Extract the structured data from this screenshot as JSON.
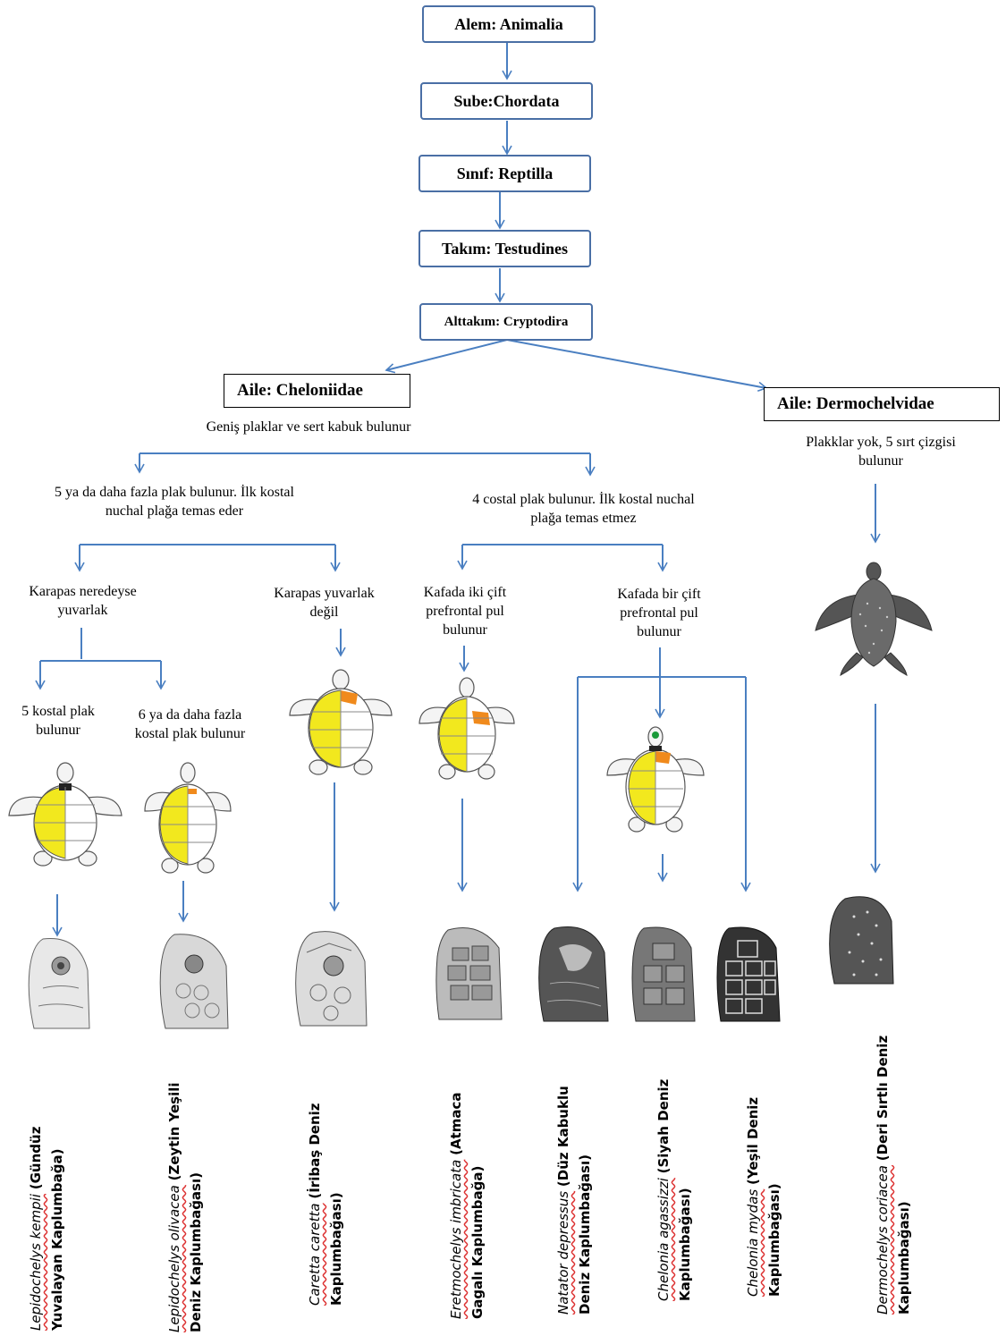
{
  "hierarchy": {
    "kingdom": "Alem: Animalia",
    "phylum": "Sube:Chordata",
    "class": "Sınıf: Reptilla",
    "order": "Takım: Testudines",
    "suborder": "Alttakım: Cryptodira"
  },
  "families": {
    "cheloniidae": {
      "label": "Aile: Cheloniidae",
      "desc": "Geniş plaklar ve sert kabuk bulunur"
    },
    "dermochelvidae": {
      "label": "Aile: Dermochelvidae",
      "desc": "Plakklar yok, 5 sırt çizgisi bulunur"
    }
  },
  "branches": {
    "left": "5 ya da daha fazla plak bulunur. İlk kostal nuchal plağa temas eder",
    "right": "4 costal plak bulunur. İlk kostal nuchal plağa temas etmez",
    "round": "Karapas neredeyse yuvarlak",
    "notRound": "Karapas yuvarlak değil",
    "twoPairs": "Kafada iki çift prefrontal pul bulunur",
    "onePair": "Kafada bir çift prefrontal pul bulunur",
    "fiveCostal": "5 kostal plak bulunur",
    "sixCostal": "6 ya da daha fazla kostal plak bulunur"
  },
  "species": [
    {
      "line1_sci": "Lepidochelys kempii",
      "line1_com": "(Gündüz",
      "line2": "Yuvalayan Kaplumbağa)"
    },
    {
      "line1_sci": "Lepidochelys olivacea",
      "line1_com": "(Zeytin Yeşili",
      "line2": "Deniz Kaplumbağası)"
    },
    {
      "line1_sci": "Caretta caretta",
      "line1_com": "(İribaş Deniz",
      "line2": "Kaplumbağası)"
    },
    {
      "line1_sci": "Eretmochelys imbricata",
      "line1_com": "(Atmaca",
      "line2": "Gagalı Kaplumbağa)"
    },
    {
      "line1_sci": "Natator depressus",
      "line1_com": "(Düz Kabuklu",
      "line2": "Deniz Kaplumbağası)"
    },
    {
      "line1_sci": "Chelonia agassizzi",
      "line1_com": "(Siyah Deniz",
      "line2": "Kaplumbağası)"
    },
    {
      "line1_sci": "Chelonia mydas",
      "line1_com": "(Yeşil Deniz",
      "line2": "Kaplumbağası)"
    },
    {
      "line1_sci": "Dermochelys coriacea",
      "line1_com": "(Deri Sırtlı Deniz",
      "line2": "Kaplumbağası)"
    }
  ],
  "colors": {
    "arrow": "#4a7fc1",
    "costal": "#f2e81e",
    "nuchal": "#f08a1c",
    "prefrontal": "#1a9a3a"
  }
}
